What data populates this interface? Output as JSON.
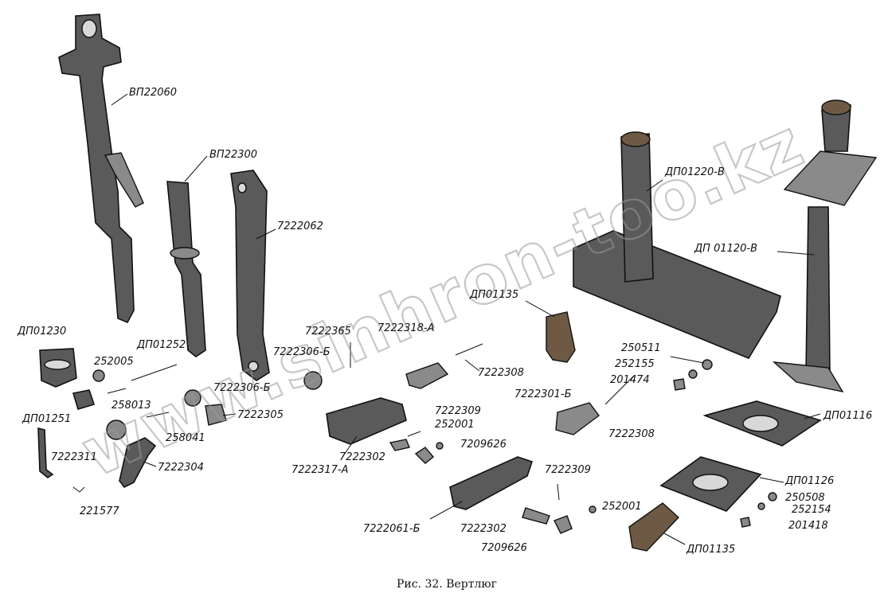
{
  "watermark": "www.sinhron-too.kz",
  "caption": "Рис. 32. Вертлюг",
  "labels": {
    "vp22060": "ВП22060",
    "vp22300": "ВП22300",
    "p7222062": "7222062",
    "dp01220v": "ДП01220-В",
    "dp01120v": "ДП 01120-В",
    "dp01135a": "ДП01135",
    "dp01230": "ДП01230",
    "dp01252": "ДП01252",
    "p252005": "252005",
    "p258013": "258013",
    "dp01251": "ДП01251",
    "p258041": "258041",
    "p7222311": "7222311",
    "p221577": "221577",
    "p7222304": "7222304",
    "p7222305": "7222305",
    "p7222306b2": "7222306-Б",
    "p7222306b1": "7222306-Б",
    "p7222365": "7222365",
    "p7222318a": "7222318-А",
    "p7222308a": "7222308",
    "p7222309a": "7222309",
    "p252001a": "252001",
    "p7209626a": "7209626",
    "p7222302a": "7222302",
    "p7222317a": "7222317-А",
    "p250511": "250511",
    "p252155": "252155",
    "p201474": "201474",
    "p7222301b": "7222301-Б",
    "p7222308b": "7222308",
    "dp01116": "ДП01116",
    "dp01126": "ДП01126",
    "p250508": "250508",
    "p252154": "252154",
    "p201418": "201418",
    "p7222309b": "7222309",
    "p252001b": "252001",
    "p7222061b": "7222061-Б",
    "p7222302b": "7222302",
    "p7209626b": "7209626",
    "dp01135b": "ДП01135"
  }
}
